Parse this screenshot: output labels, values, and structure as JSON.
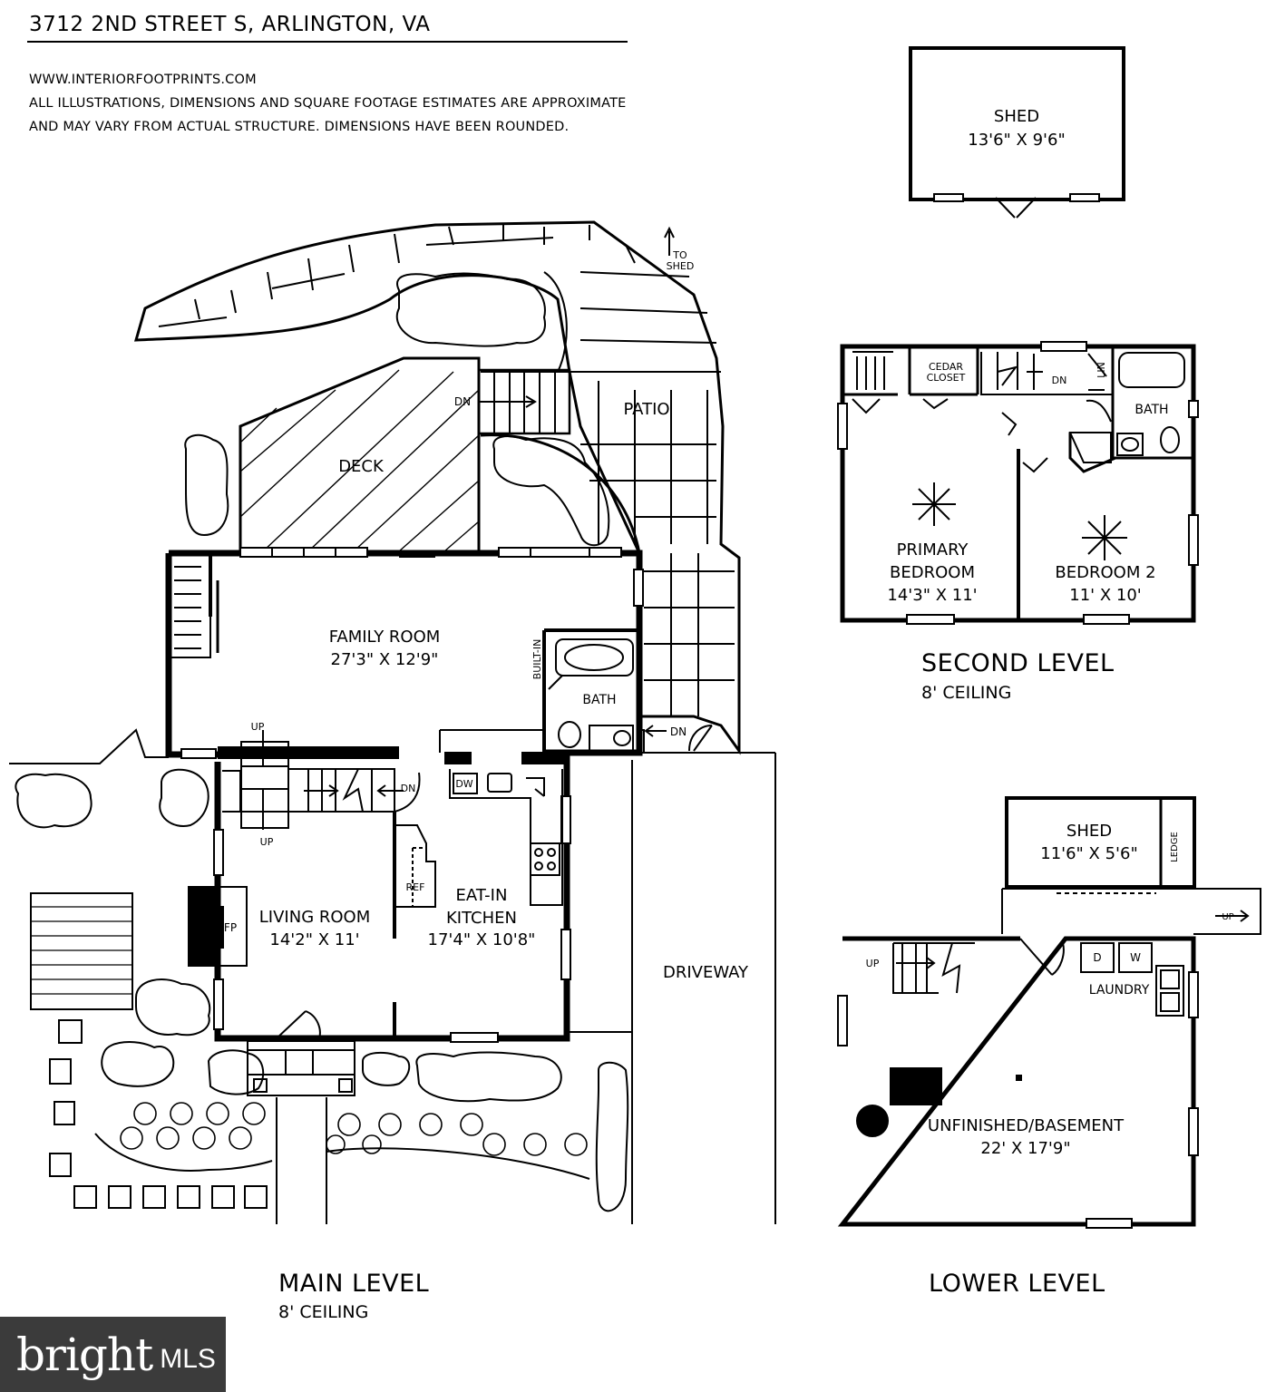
{
  "header": {
    "address": "3712 2ND STREET S, ARLINGTON, VA",
    "website": "WWW.INTERIORFOOTPRINTS.COM",
    "disclaimer_line1": "ALL ILLUSTRATIONS, DIMENSIONS AND SQUARE FOOTAGE ESTIMATES ARE APPROXIMATE",
    "disclaimer_line2": "AND MAY VARY FROM ACTUAL STRUCTURE. DIMENSIONS HAVE BEEN ROUNDED."
  },
  "levels": {
    "main": {
      "title": "MAIN LEVEL",
      "ceiling": "8' CEILING"
    },
    "second": {
      "title": "SECOND LEVEL",
      "ceiling": "8' CEILING"
    },
    "lower": {
      "title": "LOWER LEVEL"
    }
  },
  "rooms": {
    "shed_top": {
      "name": "SHED",
      "dims": "13'6\" X 9'6\""
    },
    "family": {
      "name": "FAMILY ROOM",
      "dims": "27'3\" X 12'9\""
    },
    "living": {
      "name": "LIVING ROOM",
      "dims": "14'2\" X 11'"
    },
    "kitchen": {
      "name1": "EAT-IN",
      "name2": "KITCHEN",
      "dims": "17'4\" X 10'8\""
    },
    "primary": {
      "name1": "PRIMARY",
      "name2": "BEDROOM",
      "dims": "14'3\" X 11'"
    },
    "bedroom2": {
      "name": "BEDROOM 2",
      "dims": "11' X 10'"
    },
    "shed_lower": {
      "name": "SHED",
      "dims": "11'6\" X 5'6\""
    },
    "basement": {
      "name": "UNFINISHED/BASEMENT",
      "dims": "22' X 17'9\""
    }
  },
  "labels": {
    "deck": "DECK",
    "patio": "PATIO",
    "driveway": "DRIVEWAY",
    "to_shed_1": "TO",
    "to_shed_2": "SHED",
    "dn": "DN",
    "up": "UP",
    "bath": "BATH",
    "built_in": "BUILT-IN",
    "dw": "DW",
    "ref": "REF",
    "fp": "FP",
    "cedar_1": "CEDAR",
    "cedar_2": "CLOSET",
    "lin": "LIN",
    "ledge": "LEDGE",
    "laundry": "LAUNDRY",
    "d": "D",
    "w": "W"
  },
  "logo": {
    "word": "bright",
    "suffix": "MLS"
  },
  "colors": {
    "ink": "#000000",
    "paper": "#ffffff",
    "logo_bg": "#3b3b3b"
  }
}
